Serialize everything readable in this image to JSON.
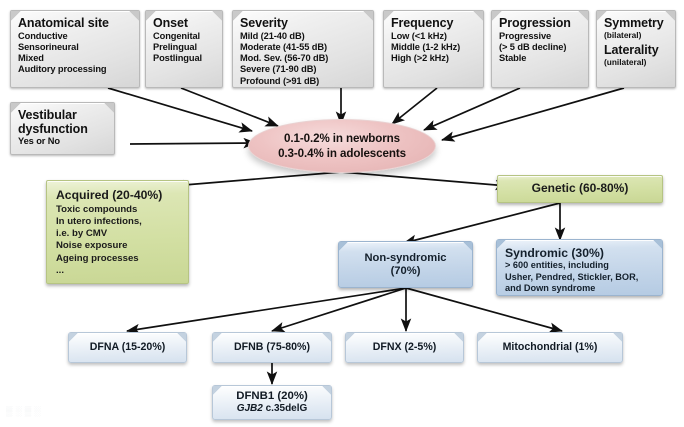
{
  "diagram": {
    "title": "Hearing loss classification and etiology flowchart",
    "colors": {
      "grey_card": "#e2e2e2",
      "green_card": "#d2dfa2",
      "blue_card": "#c2d4e8",
      "pale_blue_card": "#e3ebf4",
      "pink_ellipse": "#eec3c3",
      "arrow": "#101010"
    }
  },
  "top_row": {
    "anatomical_site": {
      "title": "Anatomical site",
      "items": [
        "Conductive",
        "Sensorineural",
        "Mixed",
        "Auditory  processing"
      ]
    },
    "onset": {
      "title": "Onset",
      "items": [
        "Congenital",
        "Prelingual",
        "Postlingual"
      ]
    },
    "severity": {
      "title": "Severity",
      "items": [
        "Mild  (21-40 dB)",
        "Moderate  (41-55 dB)",
        "Mod. Sev. (56-70 dB)",
        "Severe (71-90 dB)",
        "Profound (>91 dB)"
      ]
    },
    "frequency": {
      "title": "Frequency",
      "items": [
        "Low (<1 kHz)",
        "Middle  (1-2 kHz)",
        "High (>2 kHz)"
      ]
    },
    "progression": {
      "title": "Progression",
      "items": [
        "Progressive",
        " (> 5 dB decline)",
        "Stable"
      ]
    },
    "symmetry": {
      "title": "Symmetry",
      "subtitle": "(bilateral)",
      "title2": "Laterality",
      "subtitle2": "(unilateral)"
    },
    "vestibular": {
      "title_line1": "Vestibular",
      "title_line2": "dysfunction",
      "items": [
        "Yes or No"
      ]
    }
  },
  "center": {
    "prevalence_line1": "0.1-0.2% in newborns",
    "prevalence_line2": "0.3-0.4% in adolescents"
  },
  "etiology": {
    "acquired": {
      "title": "Acquired (20-40%)",
      "items": [
        "Toxic compounds",
        "In utero infections,",
        "i.e. by CMV",
        "Noise exposure",
        "Ageing processes",
        "..."
      ]
    },
    "genetic": {
      "title": "Genetic (60-80%)"
    }
  },
  "genetic_split": {
    "non_syndromic": {
      "line1": "Non-syndromic",
      "line2": "(70%)"
    },
    "syndromic": {
      "title": "Syndromic (30%)",
      "items": [
        "> 600 entities, including",
        "Usher, Pendred, Stickler, BOR,",
        "and Down syndrome"
      ]
    }
  },
  "non_syndromic_types": [
    {
      "label": "DFNA (15-20%)"
    },
    {
      "label": "DFNB (75-80%)"
    },
    {
      "label": "DFNX (2-5%)"
    },
    {
      "label": "Mitochondrial (1%)"
    }
  ],
  "dfnb1": {
    "line1": "DFNB1 (20%)",
    "gene": "GJB2",
    "variant": " c.35delG"
  }
}
